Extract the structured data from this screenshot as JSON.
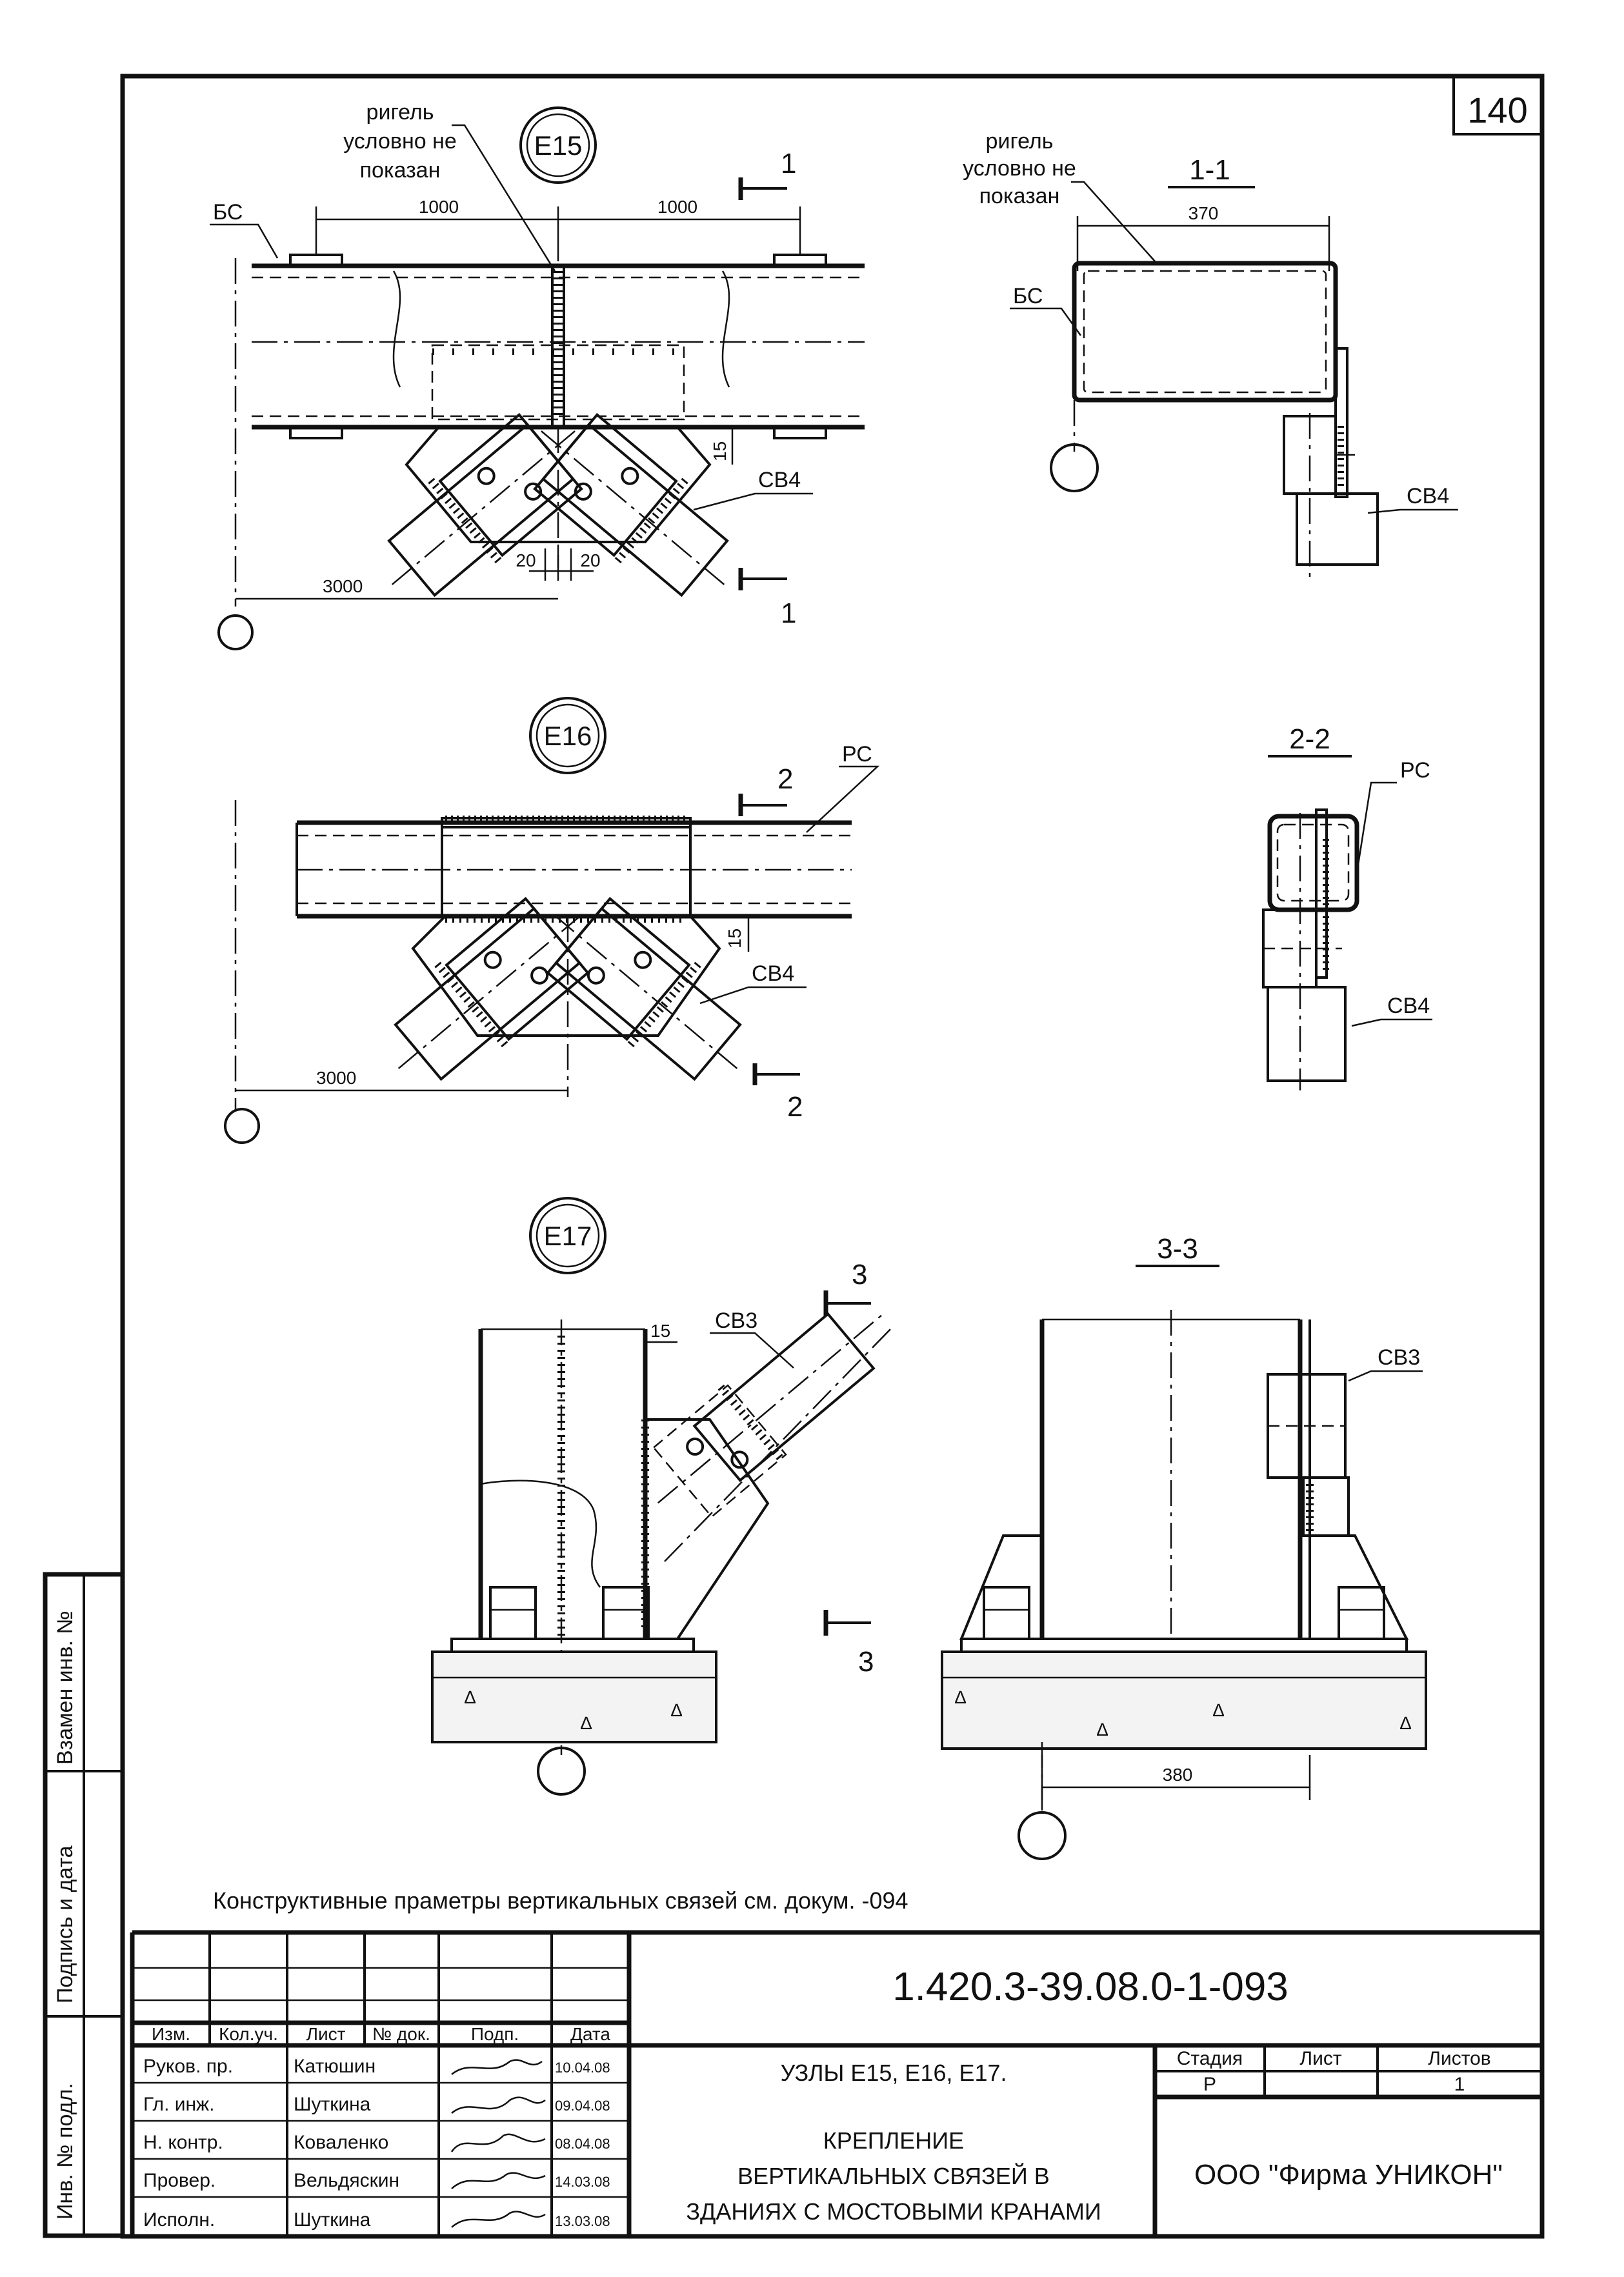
{
  "sheet": {
    "number": "140",
    "note": "Конструктивные праметры вертикальных связей см. докум. -094"
  },
  "side_stamp": {
    "replaced_inv": "Взамен инв. №",
    "sign_date": "Подпись и дата",
    "inv_orig": "Инв. № подл."
  },
  "node_e15": {
    "tag": "Е15",
    "beam_note_1": "ригель",
    "beam_note_2": "условно не",
    "beam_note_3": "показан",
    "bs": "БС",
    "sv": "СВ4",
    "dim_left": "1000",
    "dim_right": "1000",
    "dim_gap_1": "20",
    "dim_gap_2": "20",
    "dim_15": "15",
    "dim_axis": "3000",
    "cut_mark": "1"
  },
  "section_1_1": {
    "title": "1-1",
    "beam_note_1": "ригель",
    "beam_note_2": "условно не",
    "beam_note_3": "показан",
    "dim_width": "370",
    "bs": "БС",
    "sv": "СВ4"
  },
  "node_e16": {
    "tag": "Е16",
    "rs": "РС",
    "sv": "СВ4",
    "dim_15": "15",
    "dim_axis": "3000",
    "cut_mark": "2"
  },
  "section_2_2": {
    "title": "2-2",
    "rs": "РС",
    "sv": "СВ4"
  },
  "node_e17": {
    "tag": "Е17",
    "sv": "СВ3",
    "dim_15": "15",
    "cut_mark": "3"
  },
  "section_3_3": {
    "title": "3-3",
    "sv": "СВ3",
    "dim_width": "380"
  },
  "title_block": {
    "code": "1.420.3-39.08.0-1-093",
    "col_izm": "Изм.",
    "col_koluch": "Кол.уч.",
    "col_list": "Лист",
    "col_ndok": "№ док.",
    "col_podp": "Подп.",
    "col_data": "Дата",
    "rows": [
      {
        "role": "Руков. пр.",
        "name": "Катюшин",
        "date": "10.04.08"
      },
      {
        "role": "Гл. инж.",
        "name": "Шуткина",
        "date": "09.04.08"
      },
      {
        "role": "Н. контр.",
        "name": "Коваленко",
        "date": "08.04.08"
      },
      {
        "role": "Провер.",
        "name": "Вельдяскин",
        "date": "14.03.08"
      },
      {
        "role": "Исполн.",
        "name": "Шуткина",
        "date": "13.03.08"
      }
    ],
    "name_line_1": "УЗЛЫ Е15, Е16, Е17.",
    "name_line_2": "КРЕПЛЕНИЕ",
    "name_line_3": "ВЕРТИКАЛЬНЫХ СВЯЗЕЙ В",
    "name_line_4": "ЗДАНИЯХ С МОСТОВЫМИ КРАНАМИ",
    "stage_h": "Стадия",
    "list_h": "Лист",
    "lists_h": "Листов",
    "stage": "Р",
    "list": "",
    "lists": "1",
    "company": "ООО \"Фирма УНИКОН\""
  }
}
